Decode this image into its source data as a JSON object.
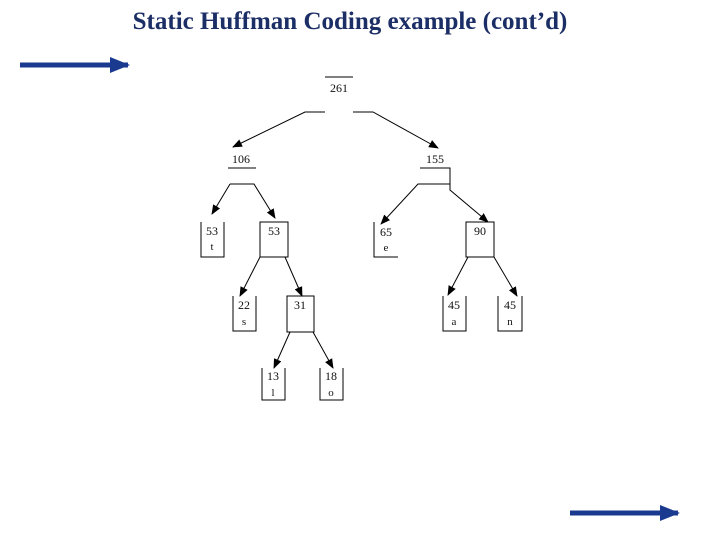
{
  "slide": {
    "title": "Static Huffman Coding example (cont’d)",
    "accent_color": "#1a3a8f"
  },
  "tree": {
    "root": "261",
    "n106": "106",
    "n155": "155",
    "n53_t": "53",
    "t_label": "t",
    "n53": "53",
    "n65_e": "65",
    "e_label": "e",
    "n90": "90",
    "n22_s": "22",
    "s_label": "s",
    "n31": "31",
    "n45_a": "45",
    "a_label": "a",
    "n45_n": "45",
    "n_label": "n",
    "n13_l": "13",
    "l_label": "l",
    "n18_o": "18",
    "o_label": "o"
  },
  "nav": {
    "prev_icon": "right-arrow-icon",
    "next_icon": "right-arrow-icon"
  }
}
